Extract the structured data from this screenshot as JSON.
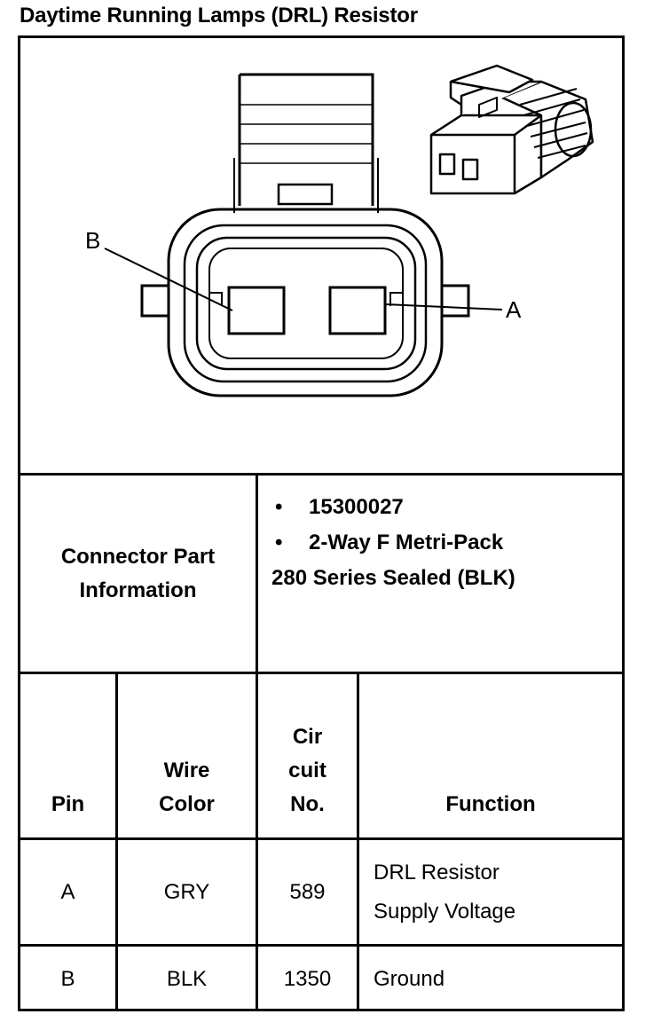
{
  "title": "Daytime Running Lamps (DRL) Resistor",
  "diagram": {
    "label_b": "B",
    "label_a": "A"
  },
  "connector_info": {
    "label_line1": "Connector Part",
    "label_line2": "Information",
    "bullets": [
      "15300027",
      "2-Way F Metri-Pack"
    ],
    "continuation": "280 Series Sealed (BLK)"
  },
  "table": {
    "headers": {
      "pin": "Pin",
      "wire_color_1": "Wire",
      "wire_color_2": "Color",
      "circuit_1": "Cir",
      "circuit_2": "cuit",
      "circuit_3": "No.",
      "function": "Function"
    },
    "rows": [
      {
        "pin": "A",
        "wire_color": "GRY",
        "circuit": "589",
        "function_1": "DRL Resistor",
        "function_2": "Supply Voltage"
      },
      {
        "pin": "B",
        "wire_color": "BLK",
        "circuit": "1350",
        "function_1": "Ground",
        "function_2": ""
      }
    ]
  }
}
